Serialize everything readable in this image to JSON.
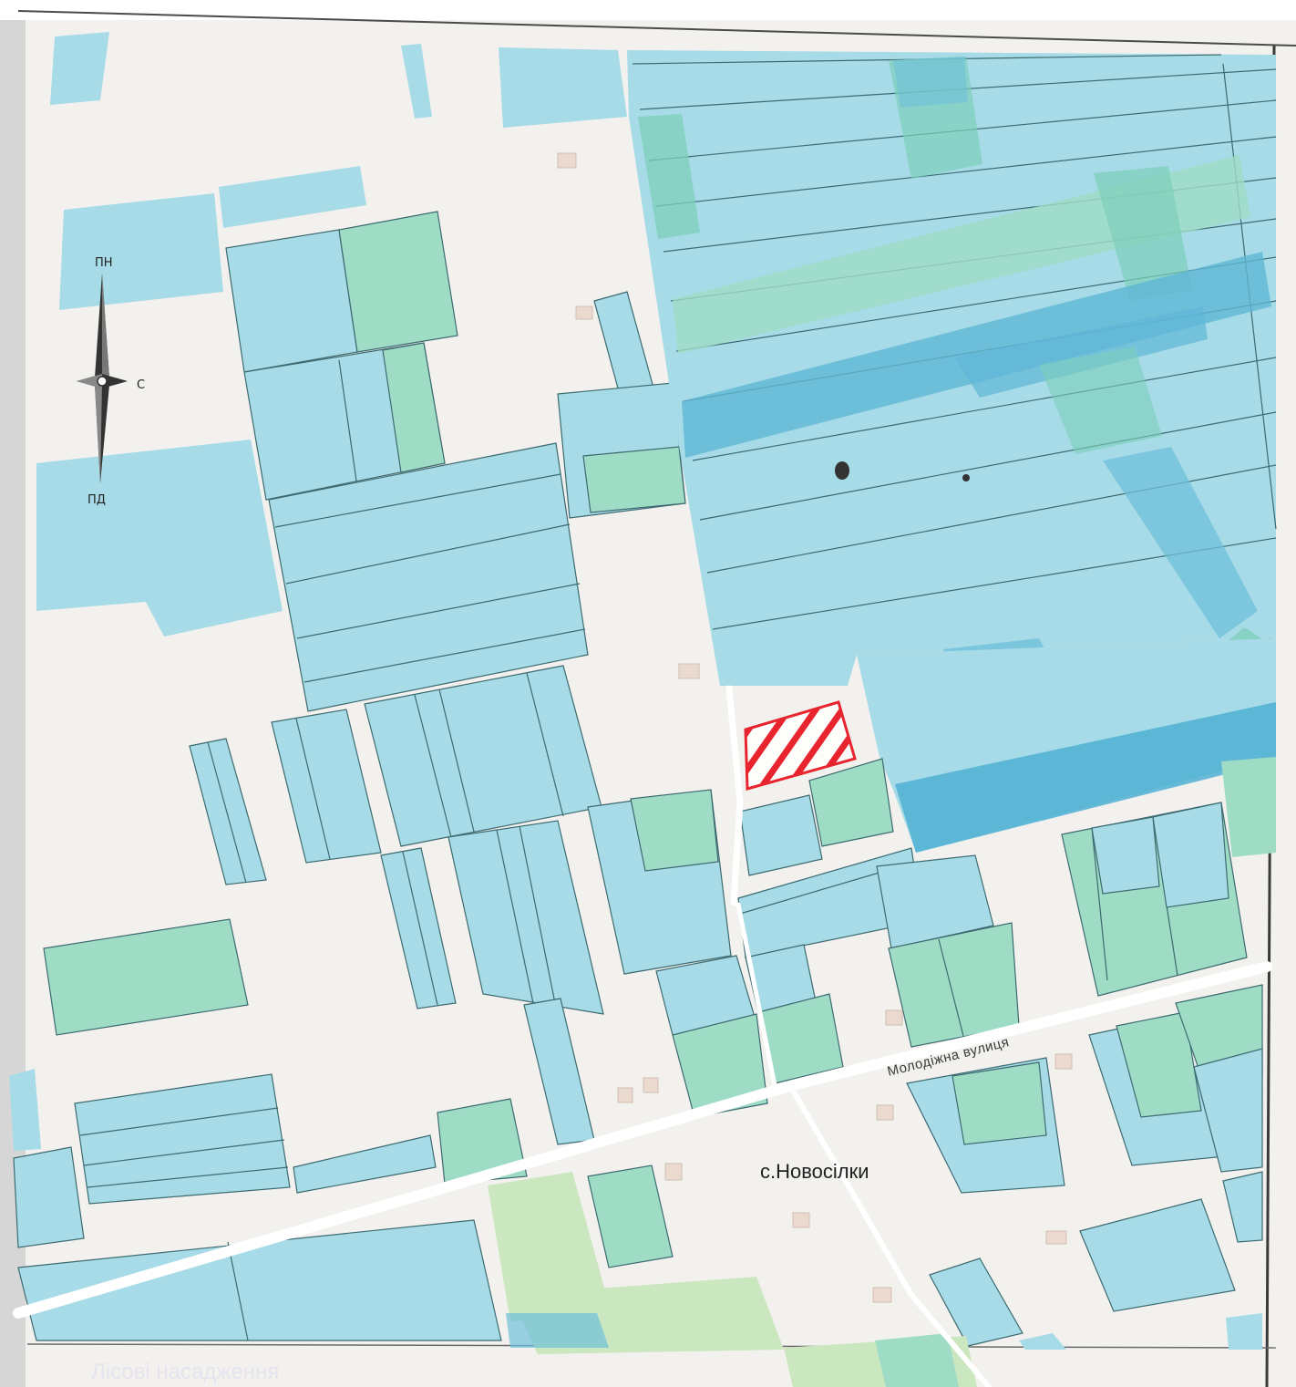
{
  "map": {
    "village_label": "с.Новосілки",
    "street_label": "Молодіжна вулиця",
    "faded_caption": "Лісові насадження",
    "colors": {
      "background": "#f3f1ee",
      "parcel_blue": "#a6dbe7",
      "parcel_blue_dark": "#6fc0db",
      "parcel_green": "#9fdcc6",
      "parcel_lightgreen": "#cbe7c0",
      "parcel_outline": "#3d6a70",
      "road": "#ffffff",
      "highlight": "#e8252f"
    }
  },
  "compass": {
    "north": "ПН",
    "south": "ПД",
    "east": "С",
    "icon": "compass-rose-icon"
  },
  "highlighted_parcel": {
    "pattern": "diagonal-hatch",
    "color": "#e8252f"
  }
}
